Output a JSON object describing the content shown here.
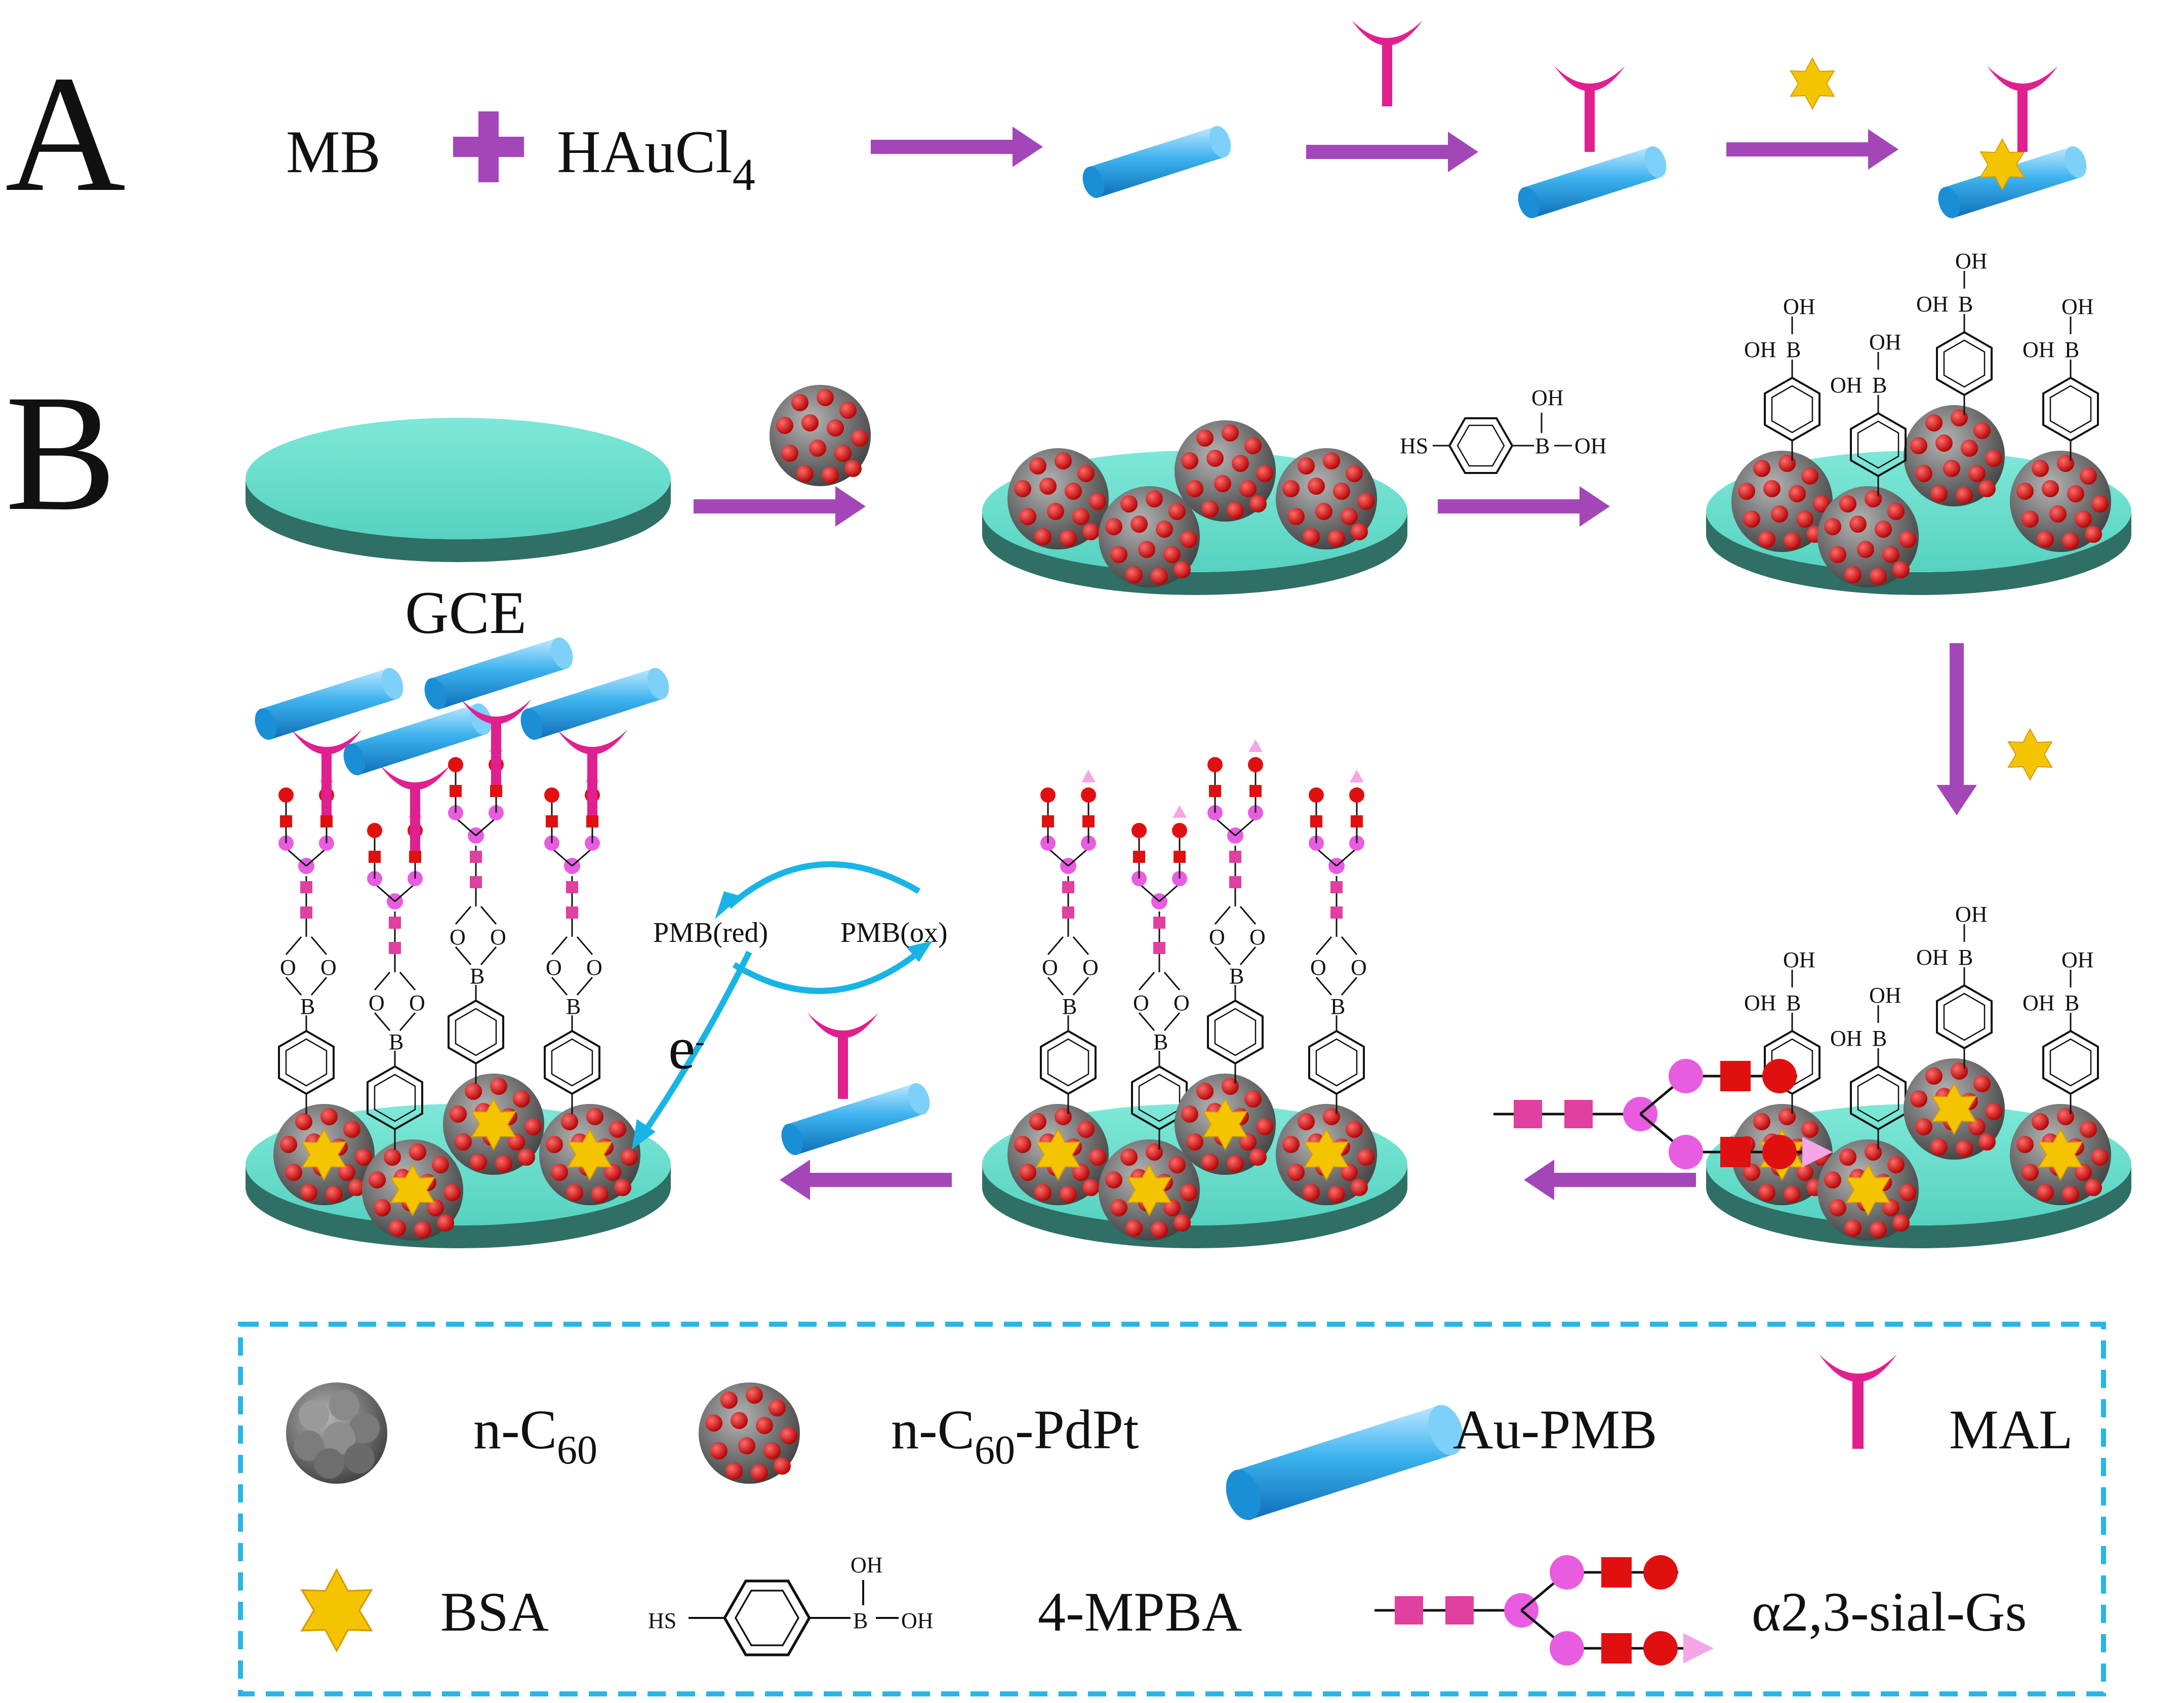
{
  "panel_a": {
    "label": "A",
    "reagent_1": "MB",
    "reagent_2_main": "HAuCl",
    "reagent_2_sub": "4"
  },
  "panel_b": {
    "label": "B",
    "electrode_label": "GCE",
    "mpba_hs": "HS",
    "mpba_b": "B",
    "mpba_oh": "OH",
    "boron_oh": "OH",
    "boron_b": "B",
    "ester_o": "O",
    "pmb_red": "PMB(red)",
    "pmb_ox": "PMB(ox)",
    "electron_main": "e",
    "electron_sup": "-"
  },
  "legend": {
    "n_c60_main": "n-C",
    "n_c60_sub": "60",
    "n_c60_pdpt_main": "n-C",
    "n_c60_pdpt_sub": "60",
    "n_c60_pdpt_tail": "-PdPt",
    "au_pmb": "Au-PMB",
    "mal": "MAL",
    "bsa": "BSA",
    "mpba_hs": "HS",
    "mpba_b": "B",
    "mpba_oh": "OH",
    "mpba": "4-MPBA",
    "glycan": "α2,3-sial-Gs"
  },
  "colors": {
    "arrow": "#a347b8",
    "electrode_top": "#6de0cf",
    "electrode_side": "#2f6f66",
    "rod": "#2ea8e8",
    "mal": "#e0208f",
    "bsa": "#f5c400",
    "pd_pt_dot": "#e01010",
    "c60": "#777777",
    "sialic_square": "#e040a0",
    "galactose": "#e85ce0",
    "glycan_red": "#e01010",
    "sialic_triangle": "#f4a6e6",
    "cycle_arrow": "#19b4e6",
    "legend_border": "#29b6e6"
  }
}
